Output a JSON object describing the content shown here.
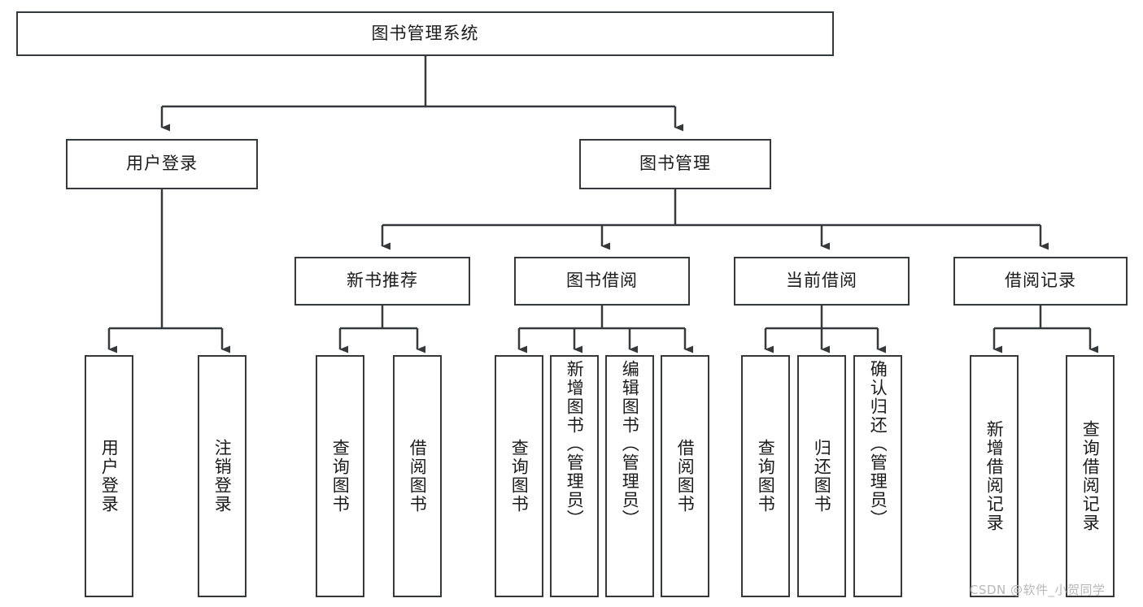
{
  "diagram": {
    "title": "图书管理系统",
    "type": "hierarchy-tree",
    "watermark": "CSDN @软件_小贺同学",
    "colors": {
      "stroke": "#36393c",
      "fill": "#ffffff",
      "text": "#1b1b1b",
      "watermark": "#b8b8b8"
    },
    "root": {
      "label": "图书管理系统"
    },
    "level2": [
      {
        "label": "用户登录"
      },
      {
        "label": "图书管理"
      }
    ],
    "level3": [
      {
        "label": "新书推荐"
      },
      {
        "label": "图书借阅"
      },
      {
        "label": "当前借阅"
      },
      {
        "label": "借阅记录"
      }
    ],
    "leaves": {
      "user_login": [
        {
          "label": "用户登录"
        },
        {
          "label": "注销登录"
        }
      ],
      "new_book_recommend": [
        {
          "label": "查询图书"
        },
        {
          "label": "借阅图书"
        }
      ],
      "book_borrow": [
        {
          "label": "查询图书"
        },
        {
          "label": "新增图书（管理员）"
        },
        {
          "label": "编辑图书（管理员）"
        },
        {
          "label": "借阅图书"
        }
      ],
      "current_borrow": [
        {
          "label": "查询图书"
        },
        {
          "label": "归还图书"
        },
        {
          "label": "确认归还（管理员）"
        }
      ],
      "borrow_record": [
        {
          "label": "新增借阅记录"
        },
        {
          "label": "查询借阅记录"
        }
      ]
    }
  }
}
